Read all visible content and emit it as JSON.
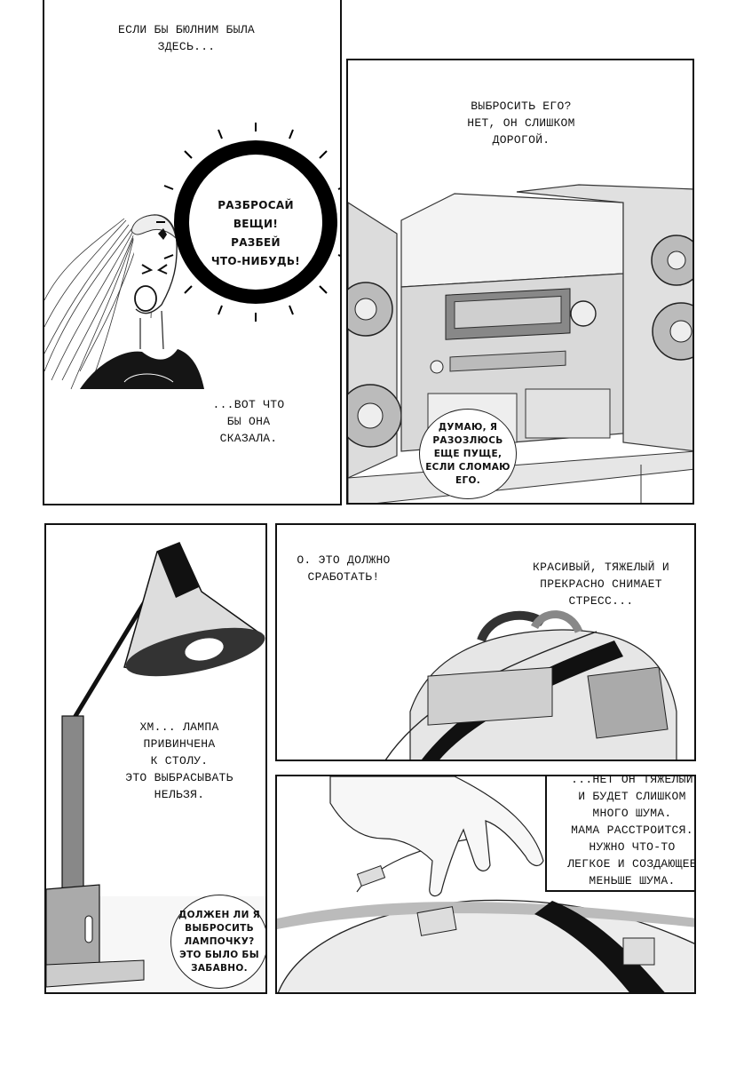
{
  "panels": {
    "p1": {
      "caption_top": "ЕСЛИ БЫ БЮЛНИМ БЫЛА\nЗДЕСЬ...",
      "shout": "РАЗБРОСАЙ ВЕЩИ!\nРАЗБЕЙ\nЧТО-НИБУДЬ!",
      "caption_bottom": "...ВОТ ЧТО\nБЫ ОНА\nСКАЗАЛА."
    },
    "p2": {
      "caption_top": "ВЫБРОСИТЬ ЕГО?\nНЕТ, ОН СЛИШКОМ\nДОРОГОЙ.",
      "bubble": "ДУМАЮ, Я\nРАЗОЗЛЮСЬ\nЕЩЕ ПУЩЕ,\nЕСЛИ СЛОМАЮ\nЕГО."
    },
    "p3": {
      "caption_mid": "ХМ... ЛАМПА\nПРИВИНЧЕНА\nК СТОЛУ.\nЭТО ВЫБРАСЫВАТЬ\nНЕЛЬЗЯ.",
      "bubble": "ДОЛЖЕН ЛИ Я\nВЫБРОСИТЬ\nЛАМПОЧКУ?\nЭТО БЫЛО БЫ\nЗАБАВНО."
    },
    "p4": {
      "caption_left": "О. ЭТО  ДОЛЖНО\nСРАБОТАТЬ!",
      "caption_right": "КРАСИВЫЙ, ТЯЖЕЛЫЙ И\nПРЕКРАСНО СНИМАЕТ\nСТРЕСС..."
    },
    "p5": {
      "caption_box": "...НЕТ ОН ТЯЖЕЛЫЙ\nИ БУДЕТ СЛИШКОМ\nМНОГО ШУМА.\nМАМА РАССТРОИТСЯ.\nНУЖНО ЧТО-ТО\nЛЕГКОЕ И СОЗДАЮЩЕЕ\nМЕНЬШЕ ШУМА."
    }
  }
}
